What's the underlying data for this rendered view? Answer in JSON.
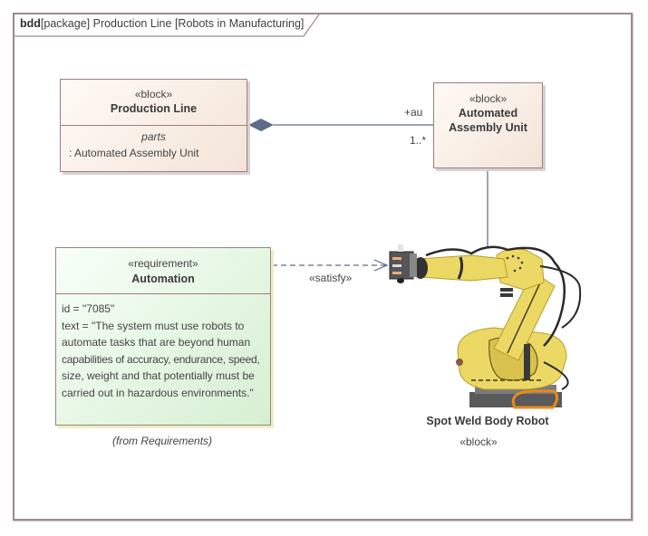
{
  "frame": {
    "kind": "bdd",
    "title": "[package] Production Line [Robots in Manufacturing]"
  },
  "production_line": {
    "stereotype": "«block»",
    "name": "Production Line",
    "compartment_title": "parts",
    "parts": [
      ": Automated Assembly Unit"
    ]
  },
  "assembly_unit": {
    "stereotype": "«block»",
    "name_line1": "Automated",
    "name_line2": "Assembly Unit"
  },
  "composition": {
    "role": "+au",
    "multiplicity": "1..*"
  },
  "requirement": {
    "stereotype": "«requirement»",
    "name": "Automation",
    "id_line": "id = \"7085\"",
    "text_lines": [
      "text = \"The system must use robots to",
      "automate tasks that are beyond human",
      "capabilities of accuracy, endurance, speed,",
      "size, weight and that potentially must be",
      "carried out in hazardous environments.\""
    ],
    "origin": "(from Requirements)"
  },
  "satisfy": {
    "label": "«satisfy»"
  },
  "robot": {
    "name": "Spot Weld Body Robot",
    "stereotype": "«block»",
    "icon": "industrial-robot-arm-icon"
  },
  "colors": {
    "frame_border": "#9a8a8e",
    "block_border": "#9c7f7f",
    "block_fill": "#f3e4d8",
    "req_fill": "#d6efd2",
    "connector": "#5e6a88",
    "robot_yellow": "#ecd865"
  }
}
